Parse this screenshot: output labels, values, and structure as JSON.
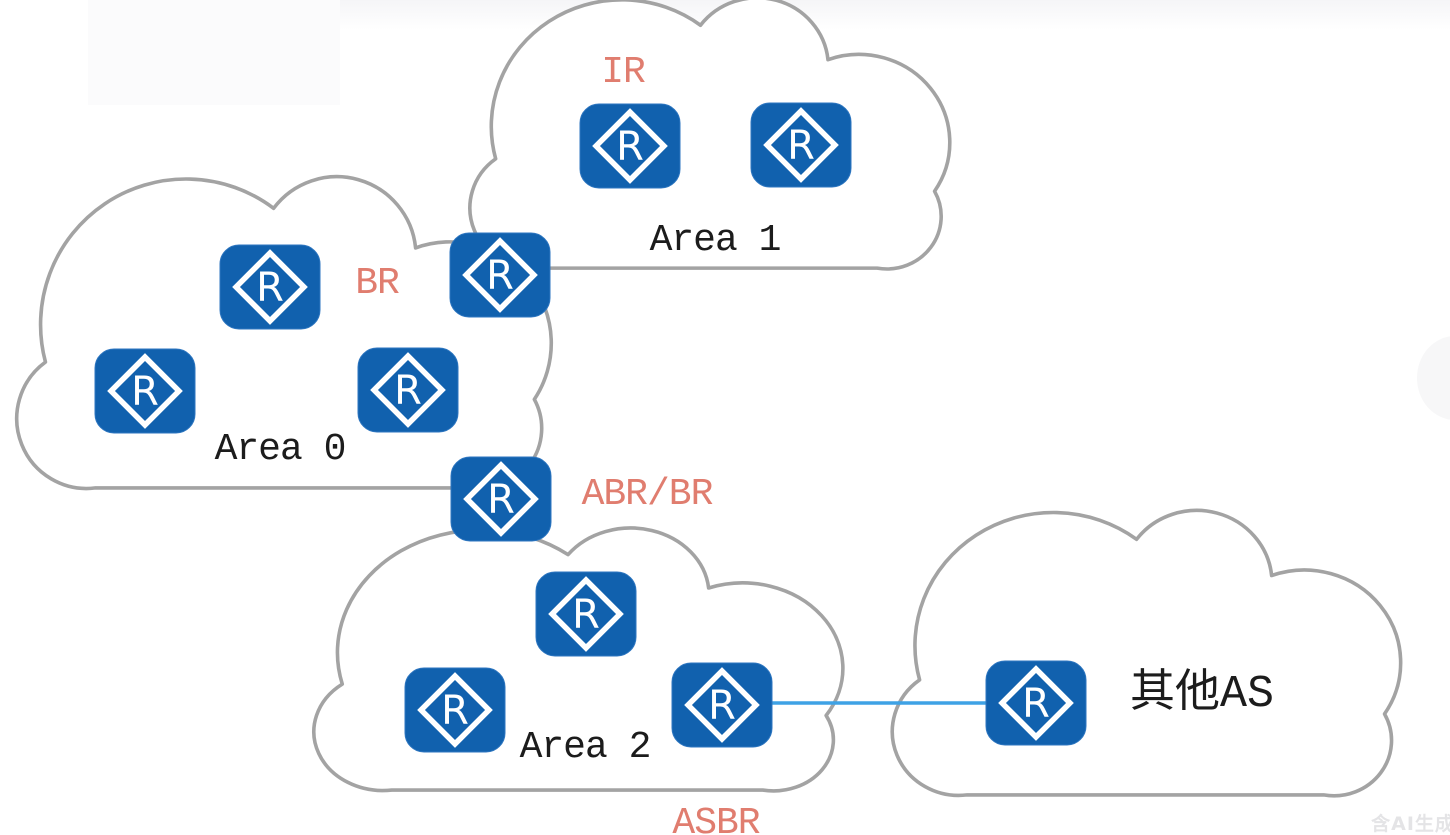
{
  "areas": [
    {
      "label": "Area 0",
      "router_count": 3
    },
    {
      "label": "Area 1",
      "router_count": 2
    },
    {
      "label": "Area 2",
      "router_count": 3
    },
    {
      "label": "其他AS",
      "router_count": 1
    }
  ],
  "roles": [
    {
      "text": "IR",
      "location": "inside Area 1, above its routers"
    },
    {
      "text": "BR",
      "location": "inside Area 0, left of the router joining Area 0 and Area 1"
    },
    {
      "text": "ABR/BR",
      "location": "right of the router joining Area 0 and Area 2"
    },
    {
      "text": "ASBR",
      "location": "below Area 2, under its right-hand router"
    }
  ],
  "routers": {
    "glyph": "R",
    "total_count": 11
  },
  "link": {
    "from": "right router of Area 2",
    "to": "router inside 其他AS"
  },
  "watermark": "含AI生成",
  "colors": {
    "router_fill": "#1161ae",
    "cloud_stroke": "#a3a3a3",
    "role_label": "#e07d6f",
    "area_label": "#1c1c1c",
    "link_line": "#3ea2e5",
    "watermark": "#e4e4e6"
  }
}
